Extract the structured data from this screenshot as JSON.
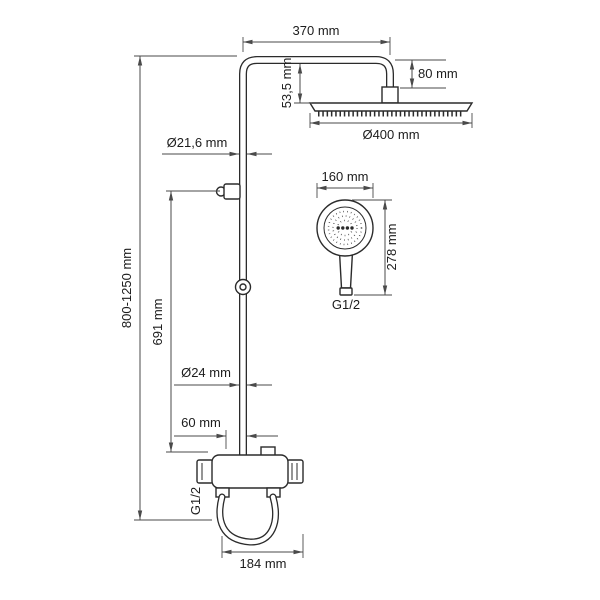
{
  "drawing": {
    "dims": {
      "top_width": "370 mm",
      "arm_drop": "80 mm",
      "head_offset": "53,5 mm",
      "head_diameter": "Ø400 mm",
      "upper_pipe_diameter": "Ø21,6 mm",
      "handshower_width": "160 mm",
      "handshower_length": "278 mm",
      "handshower_thread": "G1/2",
      "overall_height": "800-1250 mm",
      "slide_bar_height": "691 mm",
      "lower_pipe_diameter": "Ø24 mm",
      "spout_offset": "60 mm",
      "inlet_thread": "G1/2",
      "mixer_width": "184 mm"
    }
  }
}
